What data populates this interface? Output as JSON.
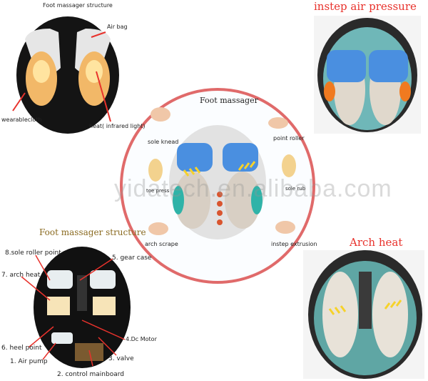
{
  "top_left": {
    "title": "Foot massager structure",
    "labels": {
      "air_bag": "Air bag",
      "wearable_cloth": "wearablecloth",
      "heat": "heat( infrared light)"
    }
  },
  "top_right": {
    "title": "instep air pressure"
  },
  "center": {
    "title": "Foot massager",
    "techniques": [
      "sole knead",
      "point roller",
      "toe press",
      "sole rub",
      "arch scrape",
      "instep extrusion"
    ]
  },
  "bottom_left": {
    "title": "Foot massager structure",
    "parts": [
      "8.sole roller point",
      "7. arch heat",
      "6. heel point",
      "1. Air pump",
      "2. control  mainboard",
      "3. valve",
      "4.Dc Motor",
      "5. gear case"
    ]
  },
  "bottom_right": {
    "title": "Arch heat"
  },
  "watermark": "yidatech.en.alibaba.com",
  "colors": {
    "accent_red": "#e8322c",
    "circle_border": "#e06a6a",
    "device_dark": "#1a1a1a",
    "air_bag_blue": "#4a8fe0",
    "heat_orange": "#f07a20"
  }
}
